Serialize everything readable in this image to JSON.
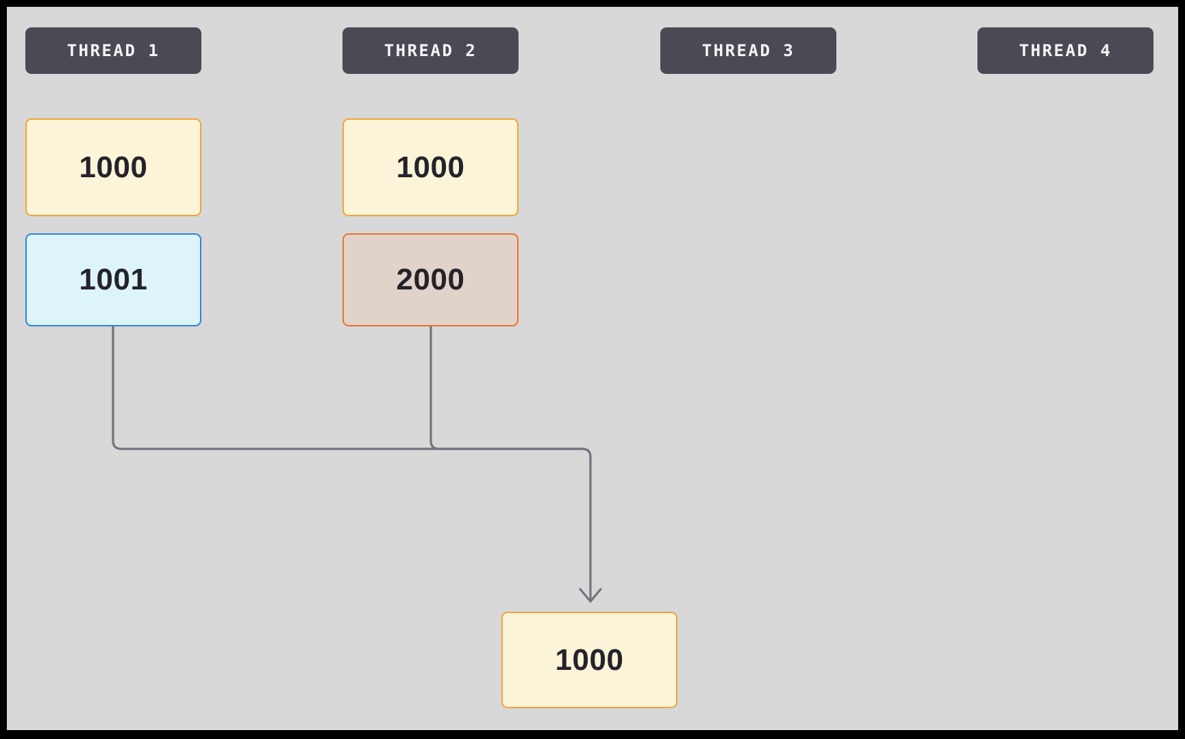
{
  "diagram": {
    "description": "Four thread lanes; thread 1 and thread 2 each read value 1000, thread 1 computes 1001 and thread 2 computes 2000, both results merge into a final stored value of 1000"
  },
  "columns": [
    {
      "header": "THREAD 1",
      "cells": [
        {
          "value": "1000",
          "style": "yellow"
        },
        {
          "value": "1001",
          "style": "blue"
        }
      ]
    },
    {
      "header": "THREAD 2",
      "cells": [
        {
          "value": "1000",
          "style": "yellow"
        },
        {
          "value": "2000",
          "style": "tan"
        }
      ]
    },
    {
      "header": "THREAD 3",
      "cells": []
    },
    {
      "header": "THREAD 4",
      "cells": []
    }
  ],
  "result_box": {
    "value": "1000",
    "style": "yellow"
  },
  "connectors": {
    "sources": [
      "1001",
      "2000"
    ],
    "target": "1000",
    "color": "#74737d"
  },
  "palette": {
    "canvas-bg": "#d8d8d8",
    "frame": "#000000",
    "header-bg": "#4b4954",
    "header-text": "#f5f5f5",
    "yellow-fill": "#fbf4d8",
    "yellow-border": "#f0a437",
    "blue-fill": "#dcf4fa",
    "blue-border": "#2f80d8",
    "tan-fill": "#e0d3ca",
    "tan-border": "#ed6f2d",
    "line": "#74737d",
    "value-text": "#25232a"
  }
}
